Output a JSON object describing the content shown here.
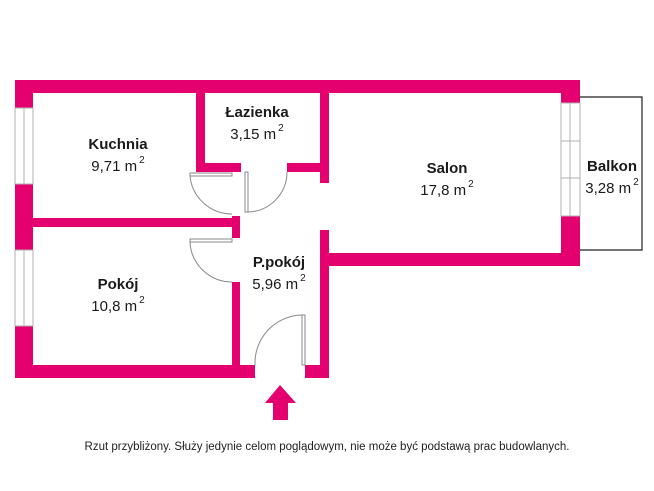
{
  "plan": {
    "wall_color": "#e4006e",
    "window_line_color": "#b0b0b0",
    "door_line_color": "#888888",
    "balcony_line_color": "#222222",
    "rooms": [
      {
        "id": "kuchnia",
        "name": "Kuchnia",
        "area": "9,71 m",
        "unit_exp": "2"
      },
      {
        "id": "lazienka",
        "name": "Łazienka",
        "area": "3,15 m",
        "unit_exp": "2"
      },
      {
        "id": "salon",
        "name": "Salon",
        "area": "17,8 m",
        "unit_exp": "2"
      },
      {
        "id": "balkon",
        "name": "Balkon",
        "area": "3,28 m",
        "unit_exp": "2"
      },
      {
        "id": "pokoj",
        "name": "Pokój",
        "area": "10,8 m",
        "unit_exp": "2"
      },
      {
        "id": "przedpokoj",
        "name": "P.pokój",
        "area": "5,96 m",
        "unit_exp": "2"
      }
    ],
    "entrance_arrow": "entrance"
  },
  "caption": "Rzut przybliżony. Służy jedynie celom poglądowym, nie może być podstawą prac budowlanych."
}
